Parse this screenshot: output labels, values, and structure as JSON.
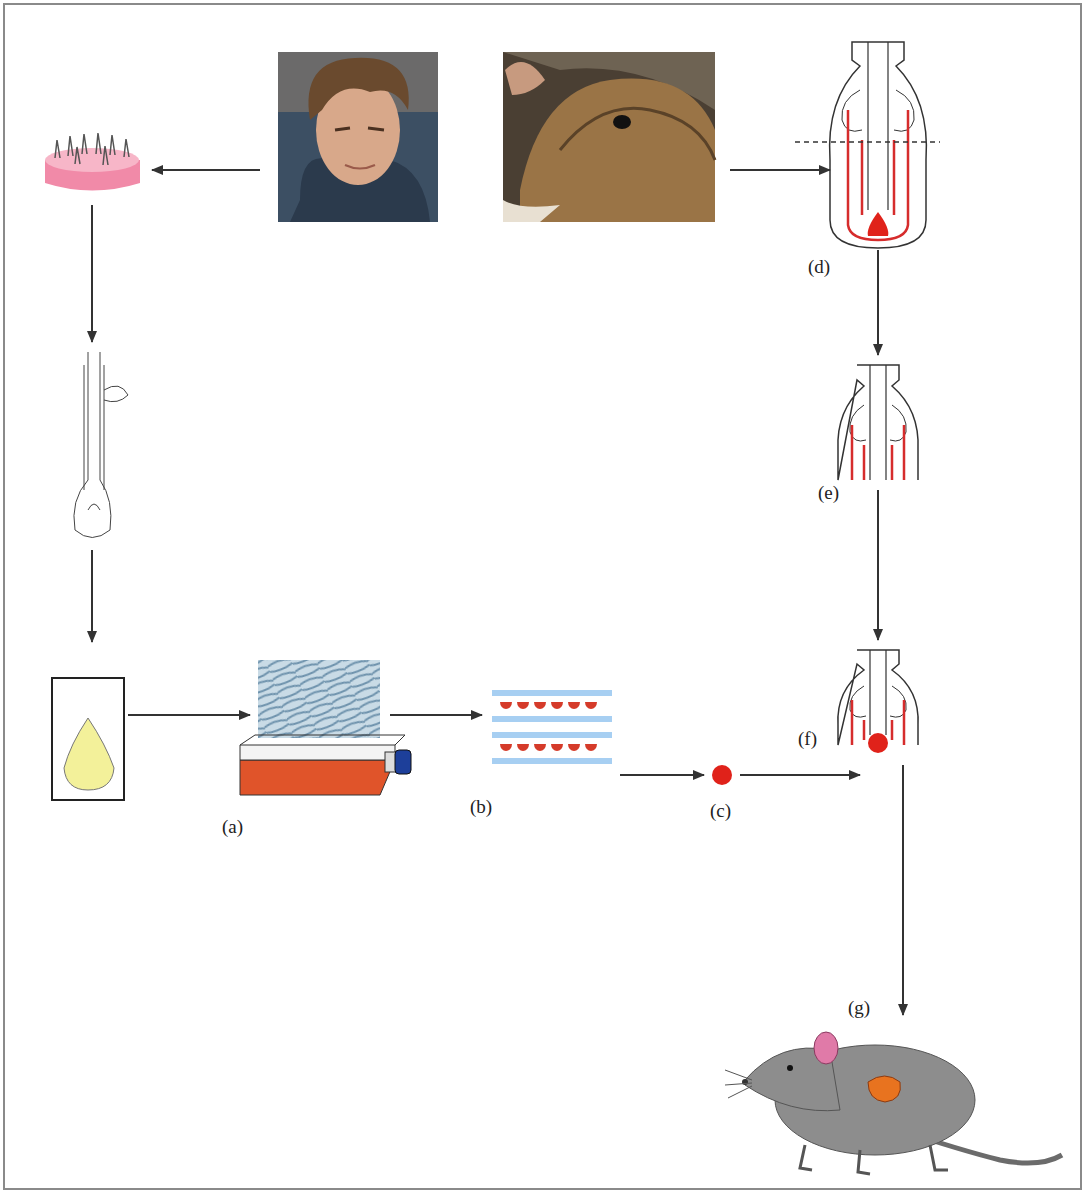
{
  "diagram": {
    "labels": [
      "(d)",
      "(e)",
      "(a)",
      "(b)",
      "(c)",
      "(f)",
      "(g)"
    ]
  }
}
